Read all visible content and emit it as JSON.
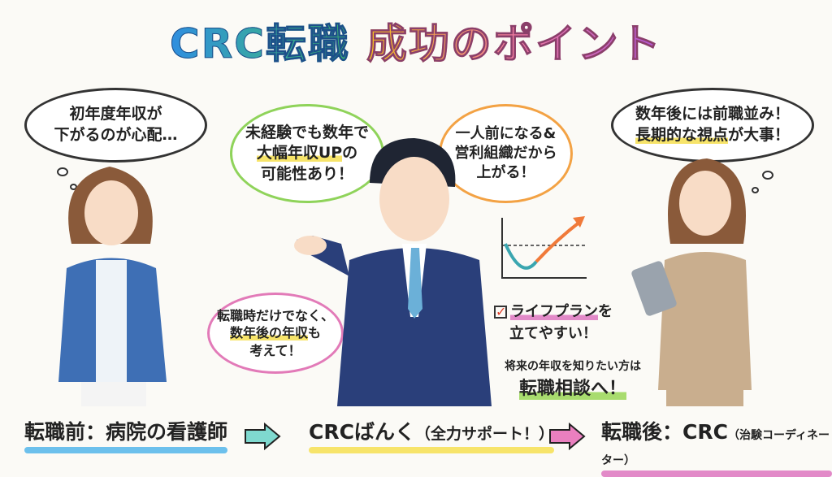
{
  "title": {
    "part1": "CRC転職",
    "part2": "成功のポイント"
  },
  "bubbles": {
    "worry": [
      "初年度年収が",
      "下がるのが心配…"
    ],
    "potential": {
      "line1": "未経験でも数年で",
      "line2_highlight": "大幅年収UP",
      "line2_rest": "の",
      "line3": "可能性あり！"
    },
    "reason": [
      "一人前になる&",
      "営利組織だから",
      "上がる！"
    ],
    "longterm": {
      "line1": "数年後には前職並み！",
      "line2_highlight": "長期的な視点",
      "line2_rest": "が大事！"
    },
    "advice": {
      "line1": "転職時だけでなく、",
      "line2_highlight": "数年後の年収",
      "line2_rest": "も",
      "line3": "考えて！"
    }
  },
  "points": {
    "lifeplan_highlight": "ライフプラン",
    "lifeplan_rest": "を",
    "lifeplan_line2": "立てやすい！",
    "consult_line1": "将来の年収を知りたい方は",
    "consult_line2": "転職相談へ！"
  },
  "flow": {
    "before": "転職前：病院の看護師",
    "middle_main": "CRCばんく",
    "middle_sub": "（全力サポート！）",
    "after_main": "転職後：CRC",
    "after_sub": "（治験コーディネーター）"
  },
  "colors": {
    "blue": "#6cc0ec",
    "yellow": "#f7e46a",
    "pink": "#e28ac8",
    "green_bubble": "#8fd35a",
    "orange_bubble": "#f3a244",
    "pink_bubble": "#e27ab8",
    "blue_bubble": "#5aaee8",
    "teal_arrow": "#7fd9cf",
    "pink_arrow": "#ea7fbf",
    "chart_line": "#3aa6b0",
    "chart_up": "#f07a3a"
  }
}
